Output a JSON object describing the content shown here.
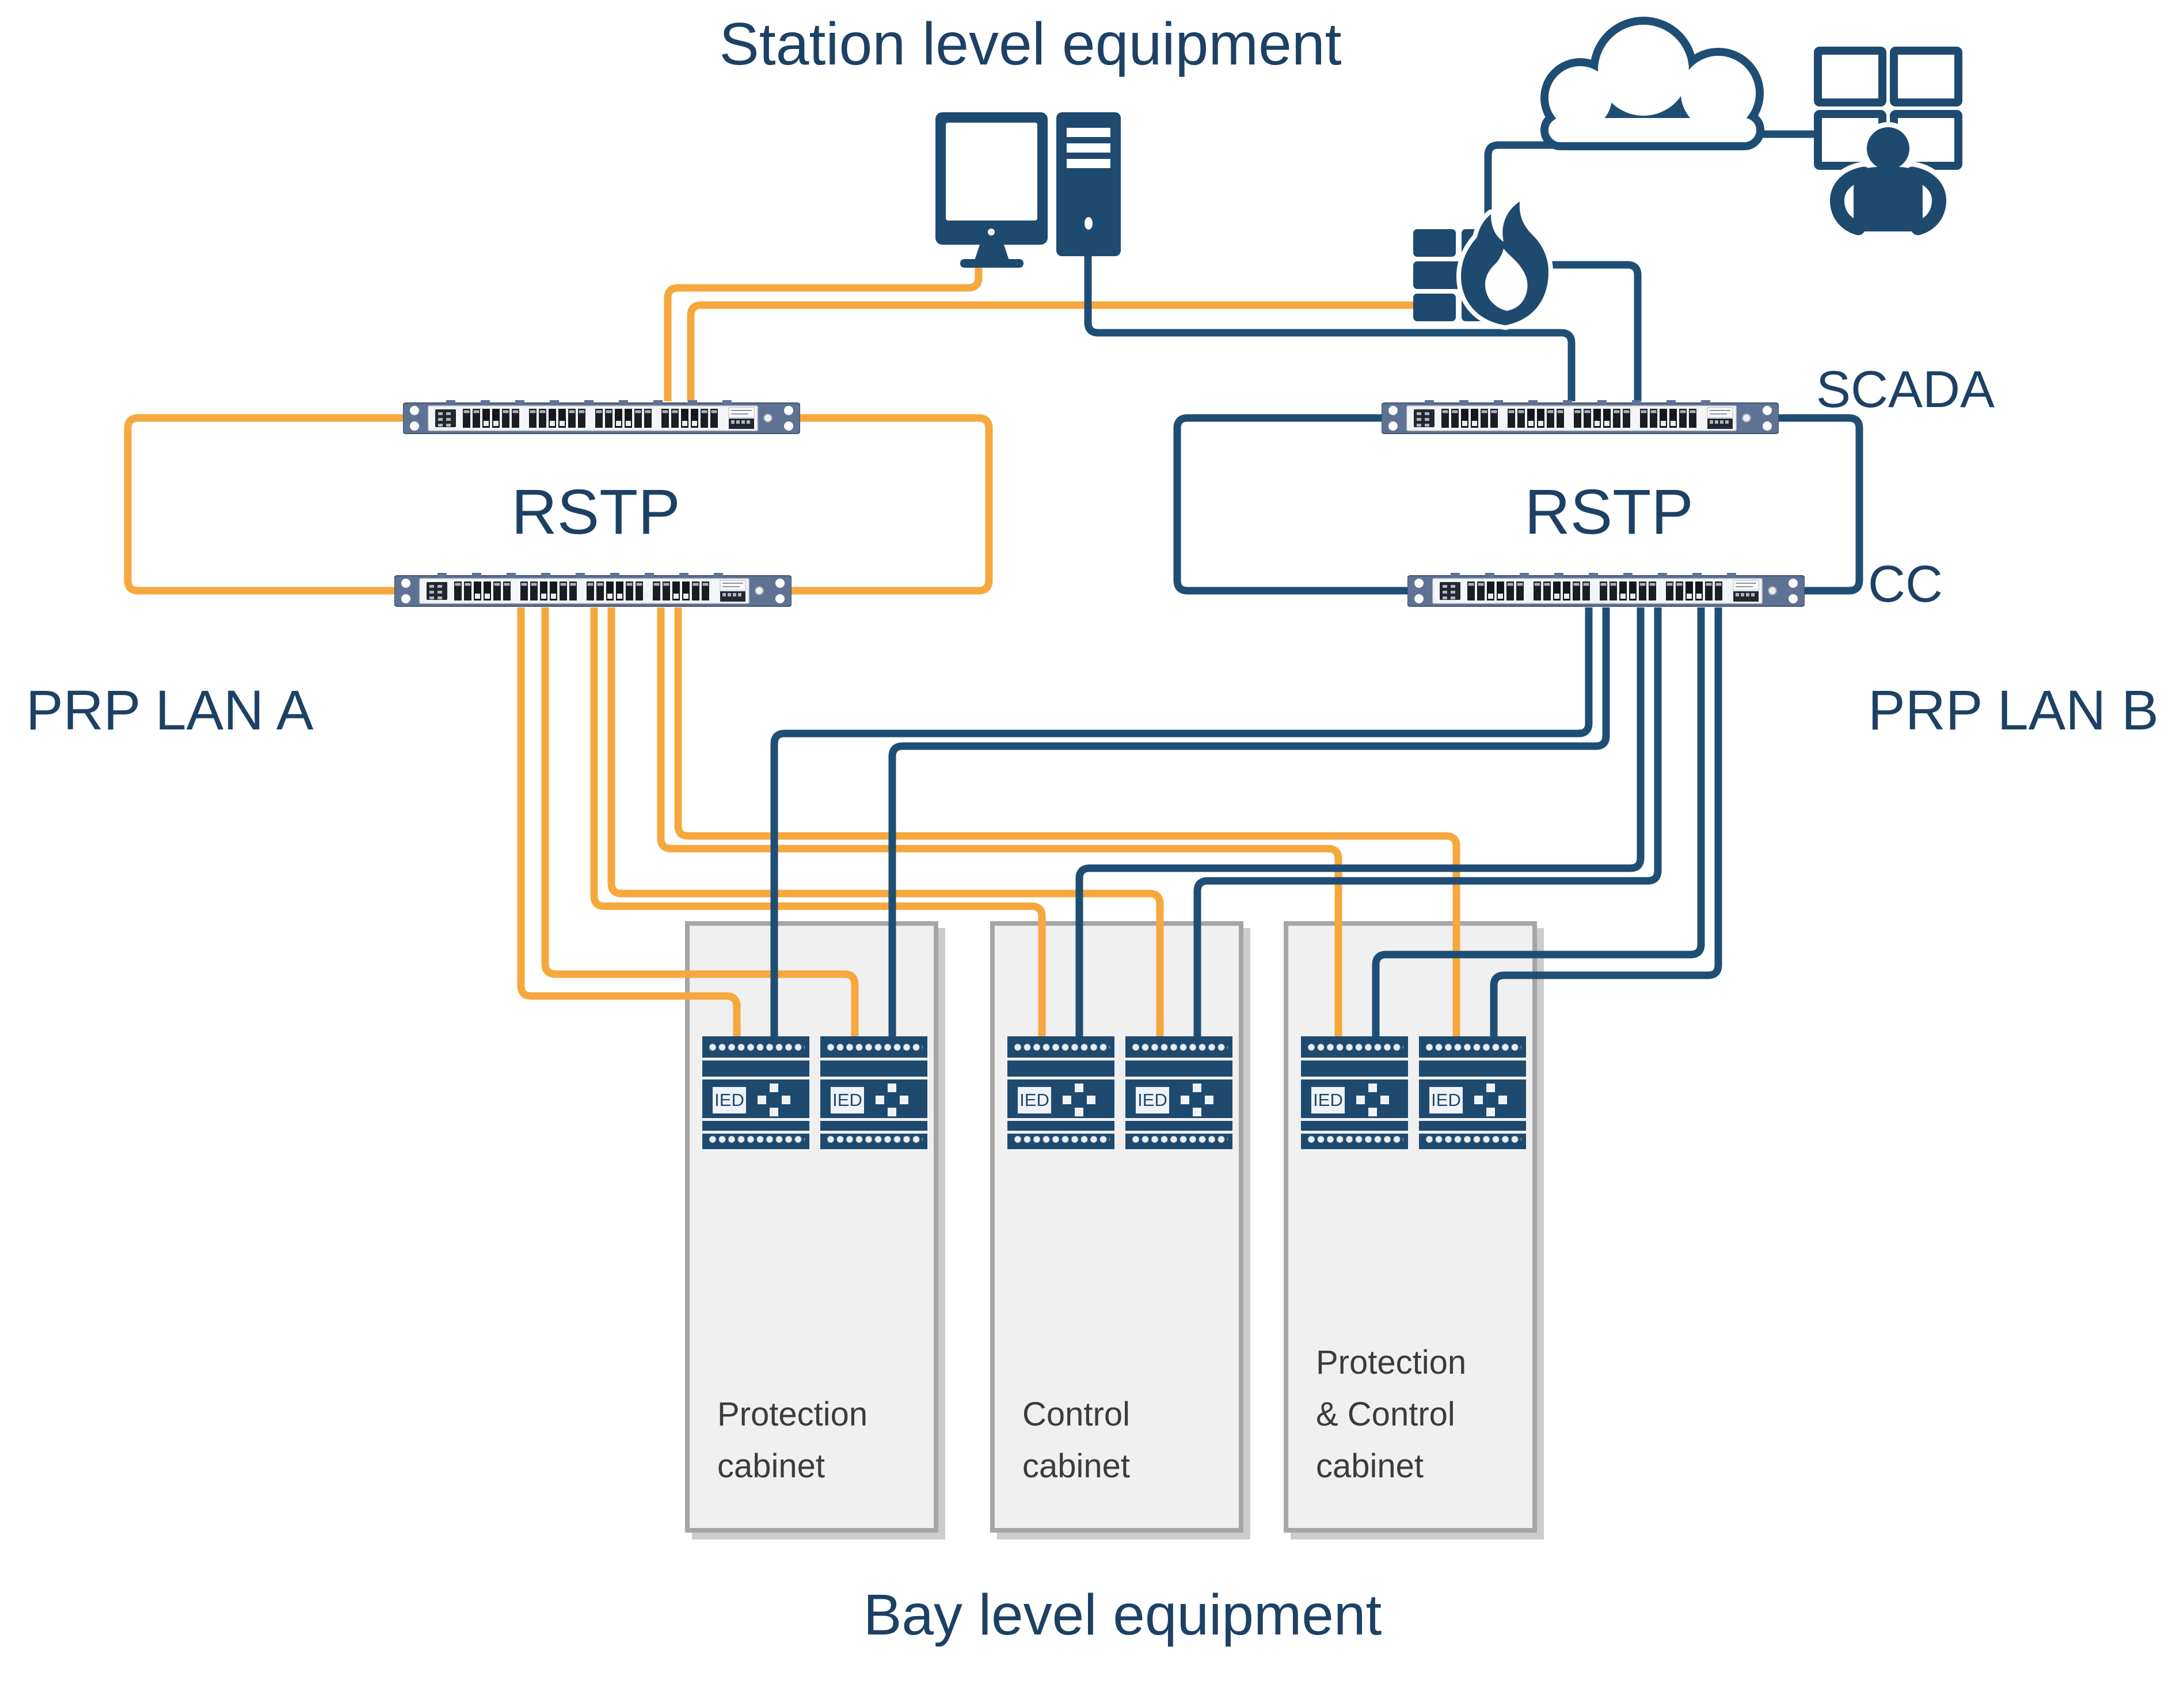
{
  "diagram": {
    "station_title": "Station level equipment",
    "bay_title": "Bay level equipment",
    "lan_a": {
      "label": "PRP LAN A",
      "rstp": "RSTP"
    },
    "lan_b": {
      "label": "PRP LAN B",
      "rstp": "RSTP"
    },
    "scada": {
      "line1": "SCADA",
      "line2": "CC"
    },
    "ied_label": "IED",
    "cabinets": [
      {
        "lines": [
          "Protection",
          "cabinet"
        ]
      },
      {
        "lines": [
          "Control",
          "cabinet"
        ]
      },
      {
        "lines": [
          "Protection",
          "& Control",
          "cabinet"
        ]
      }
    ],
    "colors": {
      "lan_a_orange": "#F6A83E",
      "lan_b_navy": "#1F4E74",
      "text_navy": "#1D4164",
      "cabinet_text": "#3B3B3B",
      "device_navy": "#1F4A70",
      "switch_slate": "#5E7294",
      "cabinet_fill": "#F0F0F0",
      "cabinet_border": "#A6A6A6"
    }
  }
}
